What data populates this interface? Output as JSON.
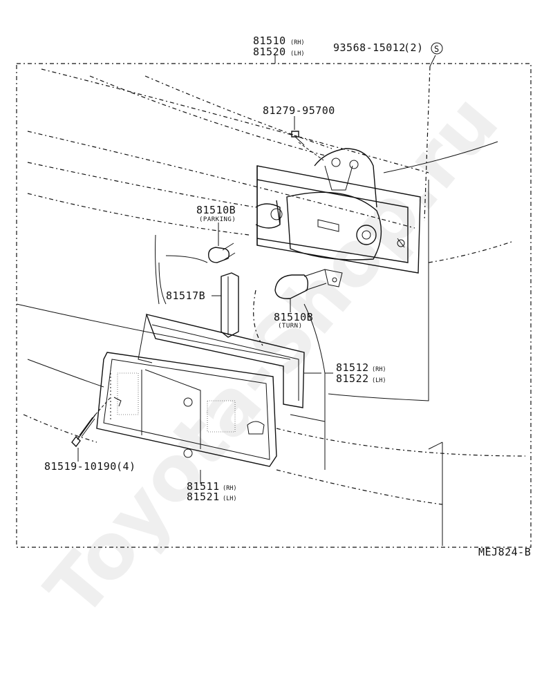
{
  "diagram_code": "MEJ824-B",
  "watermark": "Toyota-Shop.ru",
  "labels": {
    "housing_rh": {
      "pn": "81510",
      "suf": "(RH)"
    },
    "housing_lh": {
      "pn": "81520",
      "suf": "(LH)"
    },
    "screw_socket": {
      "pn": "93568-15012",
      "qty": "(2)"
    },
    "symbol_s": "S",
    "bolt": {
      "pn": "81279-95700"
    },
    "bulb_parking": {
      "pn": "81510B",
      "note": "(PARKING)"
    },
    "socket": {
      "pn": "81517B"
    },
    "bulb_turn": {
      "pn": "81510B",
      "note": "(TURN)"
    },
    "gasket_rh": {
      "pn": "81512",
      "suf": "(RH)"
    },
    "gasket_lh": {
      "pn": "81522",
      "suf": "(LH)"
    },
    "lens_screw": {
      "pn": "81519-10190",
      "qty": "(4)"
    },
    "lens_rh": {
      "pn": "81511",
      "suf": "(RH)"
    },
    "lens_lh": {
      "pn": "81521",
      "suf": "(LH)"
    }
  }
}
